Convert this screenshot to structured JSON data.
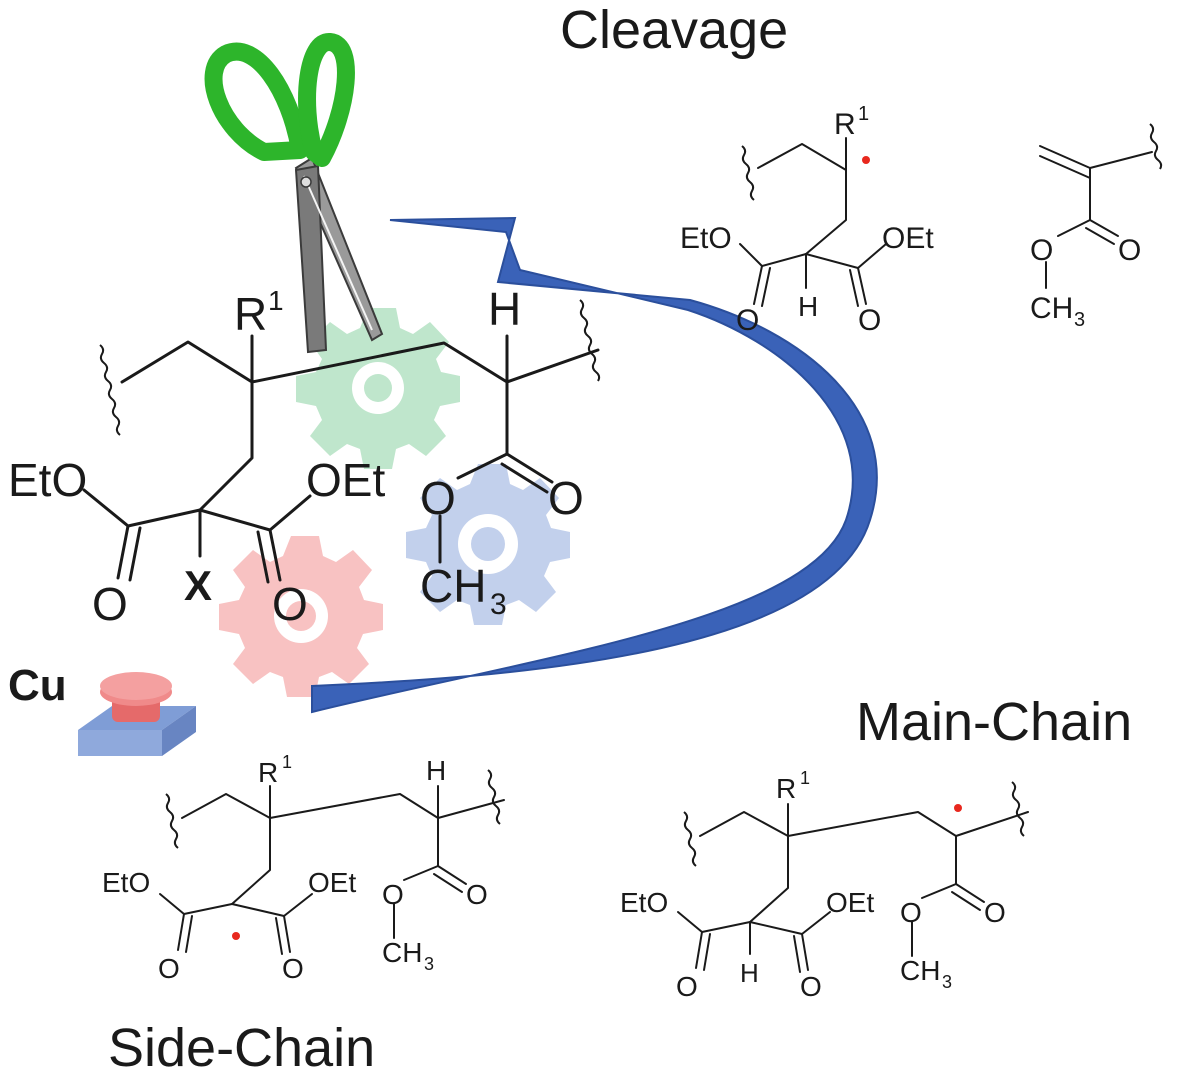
{
  "title": "Cleavage",
  "labels": {
    "main_chain": "Main-Chain",
    "side_chain": "Side-Chain",
    "catalyst": "Cu"
  },
  "colors": {
    "cleavage": "#1e9a54",
    "main_chain": "#1f3fe0",
    "side_chain": "#f0281e",
    "arrow": "#3a62b8",
    "scissors_handle": "#2db52b",
    "gear_green": "#bfe6cc",
    "gear_blue": "#c2d0ec",
    "gear_pink": "#f8c2c2",
    "radical_dot": "#e8281e"
  },
  "icons": [
    "scissors-icon",
    "gear-icon",
    "catalyst-button-icon",
    "curved-arrow-icon"
  ],
  "central_polymer": {
    "sub_r": "R",
    "sup_1": "1",
    "h_label": "H",
    "eto": "EtO",
    "oet": "OEt",
    "o_left": "O",
    "o_right": "O",
    "x_label": "X",
    "ester_o": "O",
    "carbonyl_o": "O",
    "ch3": "CH",
    "ch3_sub": "3"
  },
  "cleavage_products": {
    "r": "R",
    "sup_1": "1",
    "eto": "EtO",
    "oet": "OEt",
    "o_left": "O",
    "h": "H",
    "o_right": "O",
    "mma_o_ester": "O",
    "mma_o_carbonyl": "O",
    "mma_ch3": "CH",
    "mma_ch3_sub": "3"
  },
  "side_chain_radical": {
    "r": "R",
    "sup_1": "1",
    "h": "H",
    "eto": "EtO",
    "oet": "OEt",
    "o_left": "O",
    "o_right": "O",
    "ester_o": "O",
    "carbonyl_o": "O",
    "ch3": "CH",
    "ch3_sub": "3"
  },
  "main_chain_radical": {
    "r": "R",
    "sup_1": "1",
    "eto": "EtO",
    "oet": "OEt",
    "o_left": "O",
    "h": "H",
    "o_right": "O",
    "ester_o": "O",
    "carbonyl_o": "O",
    "ch3": "CH",
    "ch3_sub": "3"
  }
}
